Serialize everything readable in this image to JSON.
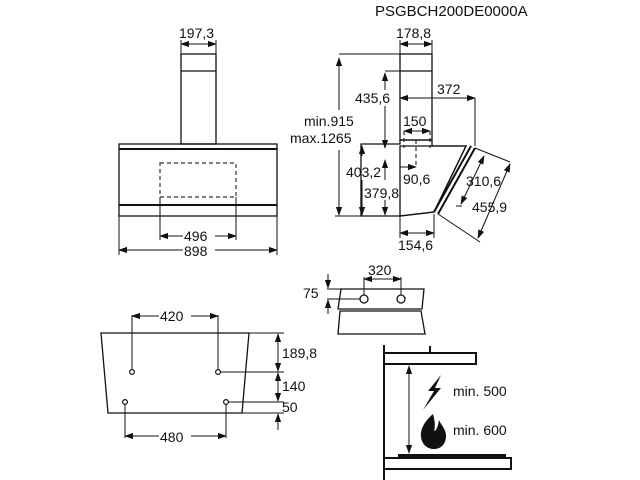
{
  "title": "PSGBCH200DE0000A",
  "front_view": {
    "chimney_width": "197,3",
    "inner_width": "496",
    "total_width": "898"
  },
  "side_view": {
    "chimney_depth": "178,8",
    "height_range_min": "min.915",
    "height_range_max": "max.1265",
    "chimney_lower": "435,6",
    "projection": "372",
    "outlet_width": "150",
    "outlet_offset": "90,6",
    "body_height_outer": "403,2",
    "body_height_inner": "379,8",
    "bottom_depth": "154,6",
    "panel_inner": "310,6",
    "panel_outer": "455,9"
  },
  "bracket_view": {
    "hole_spacing": "320",
    "hole_height": "75"
  },
  "mounting_view": {
    "upper_spacing": "420",
    "lower_spacing": "480",
    "top_offset": "189,8",
    "hole_gap": "140",
    "bottom_offset": "50"
  },
  "clearance_view": {
    "electric_label": "min. 500",
    "gas_label": "min. 600"
  },
  "icons": [
    "lightning-icon",
    "flame-icon"
  ]
}
